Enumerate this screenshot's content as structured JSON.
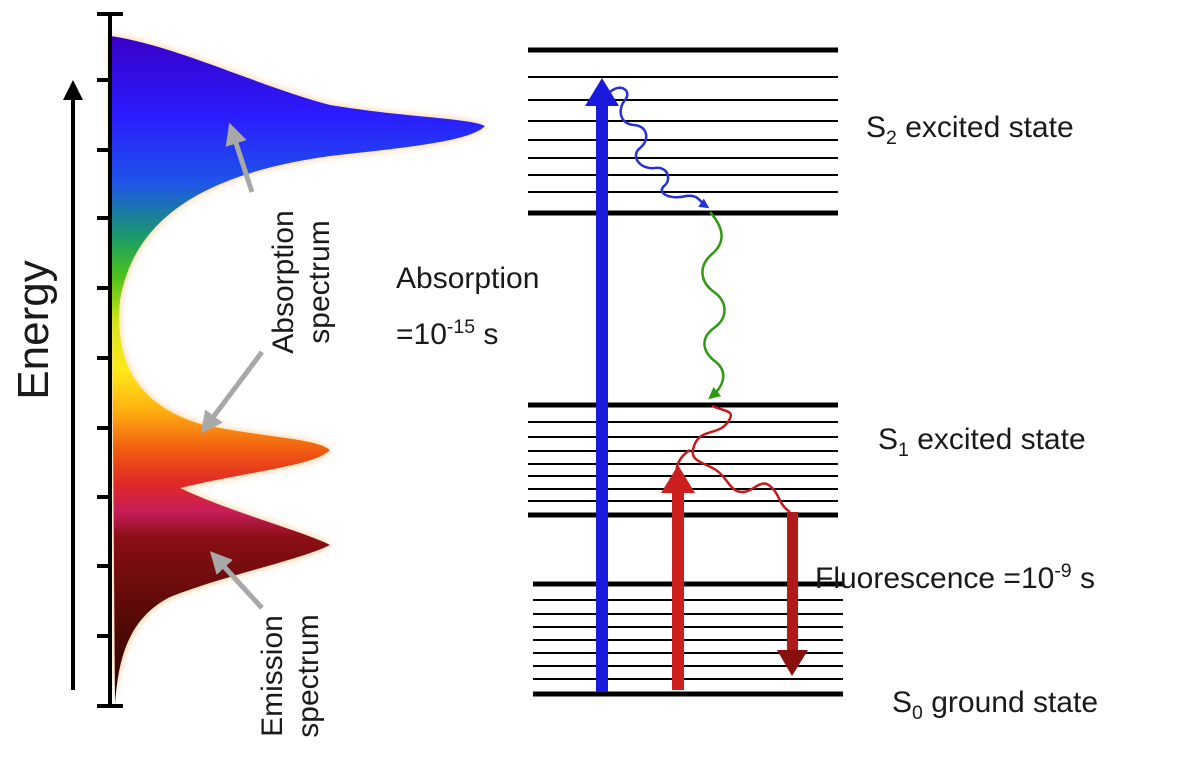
{
  "axis": {
    "label": "Energy"
  },
  "spectra": {
    "absorption": {
      "line1": "Absorption",
      "line2": "spectrum"
    },
    "emission": {
      "line1": "Emission",
      "line2": "spectrum"
    }
  },
  "states": {
    "s2": {
      "symbol": "S",
      "index": "2",
      "text": " excited state"
    },
    "s1": {
      "symbol": "S",
      "index": "1",
      "text": " excited state"
    },
    "s0": {
      "symbol": "S",
      "index": "0",
      "text": " ground state"
    }
  },
  "transitions": {
    "absorption": {
      "label": "Absorption",
      "time_prefix": "=10",
      "exponent": "-15",
      "unit": " s"
    },
    "fluorescence": {
      "label": "Fluorescence =10",
      "exponent": "-9",
      "unit": " s"
    }
  },
  "colors": {
    "absorption_arrow": "#1a1adc",
    "fluorescence_arrow": "#cc1f1f",
    "internal_conversion": "#2e9a12",
    "vibrational_relaxation_s2": "#2430d8",
    "vibrational_relaxation_s1": "#c41a1a",
    "pointer_arrow": "#a8a8a8"
  }
}
